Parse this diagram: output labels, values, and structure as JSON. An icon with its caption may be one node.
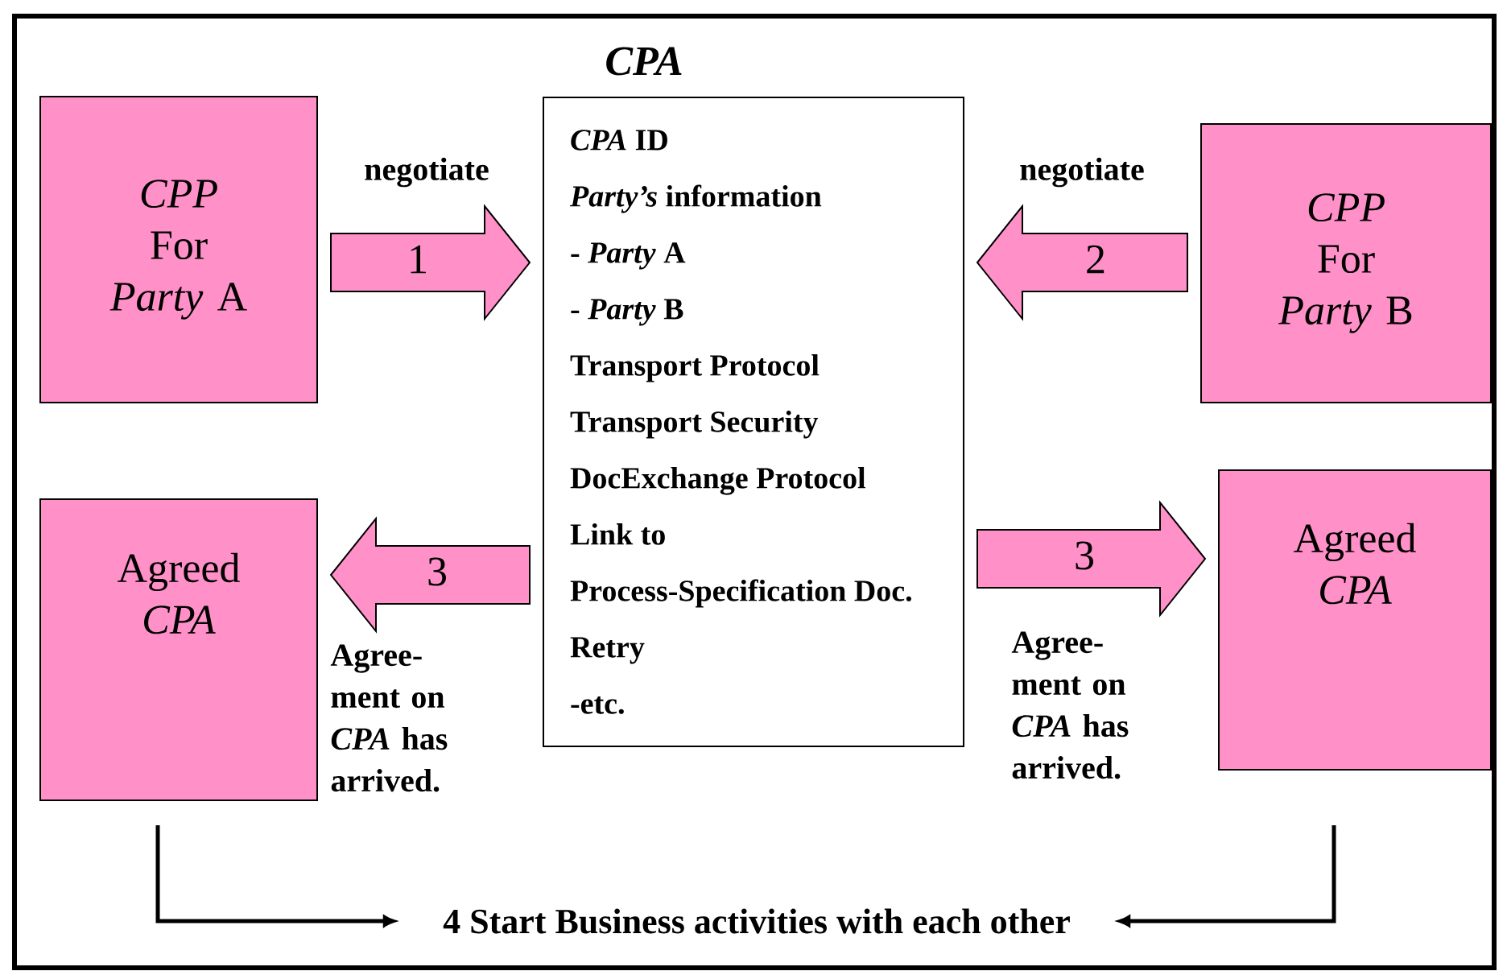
{
  "diagram": {
    "nodes": [
      {
        "text": [
          "*CPP* For *Party* A"
        ]
      },
      {
        "text": [
          "CPA",
          "*CPA* ID",
          "*Party’s* information",
          "- *Party* A",
          "- *Party* B",
          "Transport Protocol",
          "Transport Security",
          "DocExchange Protocol",
          "Link to Process-Specification Doc.",
          "Retry",
          "-etc."
        ]
      },
      {
        "text": [
          "*CPP* For *Party* B"
        ]
      },
      {
        "text": [
          "Agreed *CPA*"
        ]
      },
      {
        "text": [
          "Agreed *CPA*"
        ]
      },
      {
        "text": [
          "4 Start Business activities with each other"
        ]
      }
    ],
    "edges": [
      {
        "from": 0,
        "to": 1,
        "arrow": "to",
        "label": "1"
      },
      {
        "from": 2,
        "to": 1,
        "arrow": "to",
        "label": "2"
      },
      {
        "from": 1,
        "to": 3,
        "arrow": "to",
        "label": "3"
      },
      {
        "from": 1,
        "to": 4,
        "arrow": "to",
        "label": "3"
      },
      {
        "from": 3,
        "to": 5,
        "arrow": "to"
      },
      {
        "from": 4,
        "to": 5,
        "arrow": "to"
      }
    ],
    "labels": [
      "negotiate",
      "negotiate",
      "Agree-ment on *CPA* has arrived.",
      "Agree-ment on *CPA* has arrived."
    ]
  }
}
